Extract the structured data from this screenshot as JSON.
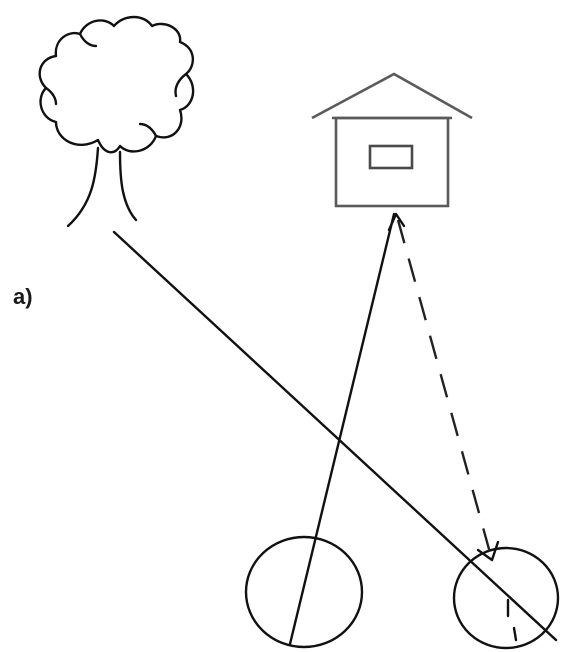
{
  "panel": {
    "label": "a)"
  },
  "figure": {
    "elements": [
      "tree-icon",
      "house-icon",
      "left-circle",
      "right-circle",
      "sight-line-tree",
      "sight-line-house",
      "dashed-sight-line"
    ]
  }
}
